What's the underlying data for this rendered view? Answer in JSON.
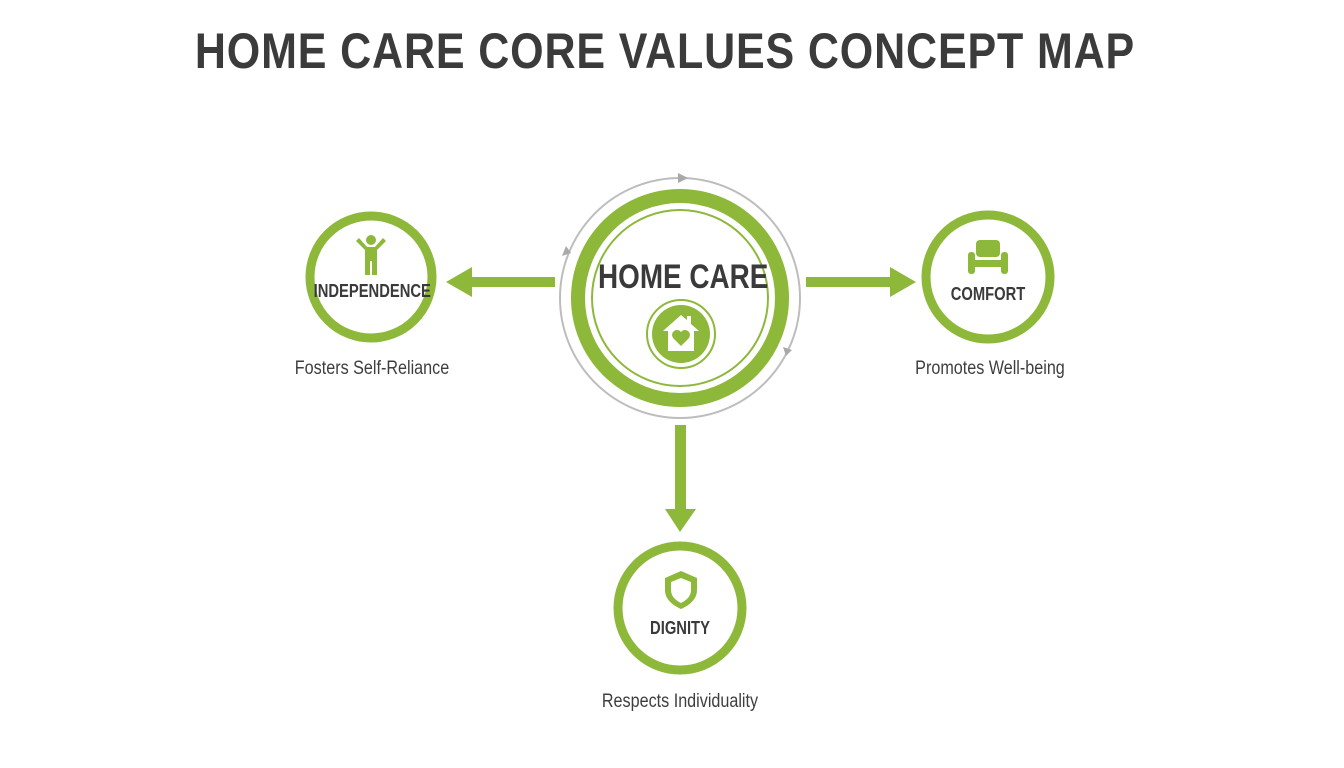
{
  "title": "HOME CARE CORE VALUES CONCEPT MAP",
  "colors": {
    "accent": "#8db83a",
    "text": "#3b3b3b",
    "ring_gray": "#b5b5b5",
    "background": "#ffffff"
  },
  "center": {
    "label": "HOME CARE",
    "icon": "house-heart-icon"
  },
  "nodes": [
    {
      "id": "independence",
      "label": "INDEPENDENCE",
      "description": "Fosters Self-Reliance",
      "icon": "person-arms-up-icon",
      "direction": "left"
    },
    {
      "id": "comfort",
      "label": "COMFORT",
      "description": "Promotes Well-being",
      "icon": "armchair-icon",
      "direction": "right"
    },
    {
      "id": "dignity",
      "label": "DIGNITY",
      "description": "Respects Individuality",
      "icon": "shield-icon",
      "direction": "down"
    }
  ]
}
